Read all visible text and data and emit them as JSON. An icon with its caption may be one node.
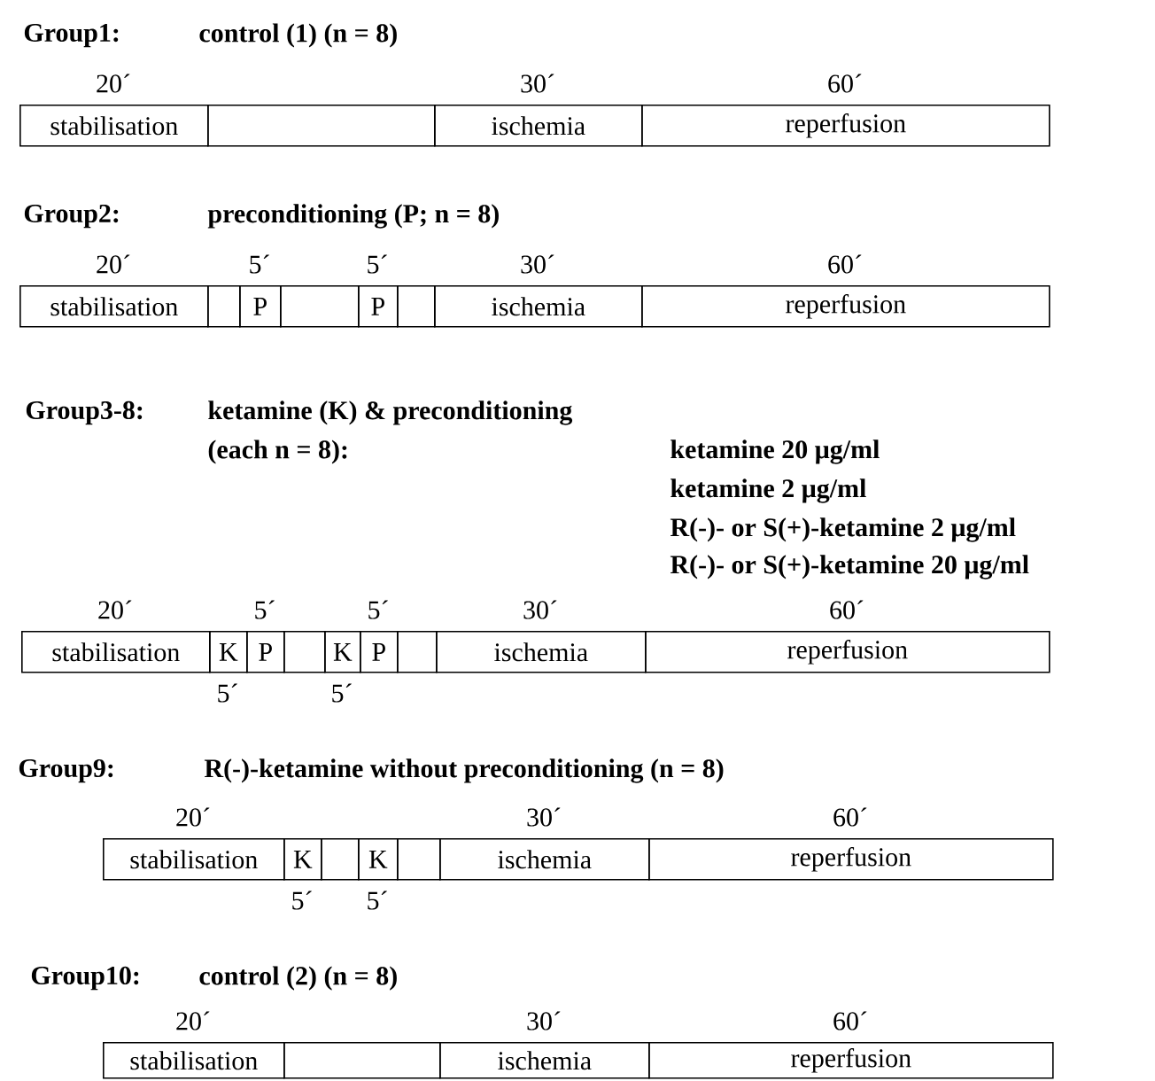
{
  "diagram": {
    "nodes": [
      {
        "text": [
          "stabilisation"
        ],
        "beside": [
          "20´"
        ]
      },
      {
        "text": [],
        "shape": "box"
      },
      {
        "text": [
          "ischemia"
        ],
        "beside": [
          "30´"
        ]
      },
      {
        "text": [
          "reperfusion"
        ],
        "beside": [
          "60´"
        ]
      },
      {
        "text": [
          "stabilisation"
        ],
        "beside": [
          "20´"
        ]
      },
      {
        "text": [],
        "shape": "box"
      },
      {
        "text": [
          "P"
        ],
        "beside": [
          "5´"
        ]
      },
      {
        "text": [],
        "shape": "box"
      },
      {
        "text": [
          "P"
        ],
        "beside": [
          "5´"
        ]
      },
      {
        "text": [],
        "shape": "box"
      },
      {
        "text": [
          "ischemia"
        ],
        "beside": [
          "30´"
        ]
      },
      {
        "text": [
          "reperfusion"
        ],
        "beside": [
          "60´"
        ]
      },
      {
        "text": [
          "stabilisation"
        ],
        "beside": [
          "20´"
        ]
      },
      {
        "text": [
          "K"
        ],
        "beside": [
          "5´"
        ]
      },
      {
        "text": [
          "P"
        ],
        "beside": [
          "5´"
        ]
      },
      {
        "text": [],
        "shape": "box"
      },
      {
        "text": [
          "K"
        ],
        "beside": [
          "5´"
        ]
      },
      {
        "text": [
          "P"
        ],
        "beside": [
          "5´"
        ]
      },
      {
        "text": [],
        "shape": "box"
      },
      {
        "text": [
          "ischemia"
        ],
        "beside": [
          "30´"
        ]
      },
      {
        "text": [
          "reperfusion"
        ],
        "beside": [
          "60´"
        ]
      },
      {
        "text": [
          "stabilisation"
        ],
        "beside": [
          "20´"
        ]
      },
      {
        "text": [
          "K"
        ],
        "beside": [
          "5´"
        ]
      },
      {
        "text": [],
        "shape": "box"
      },
      {
        "text": [
          "K"
        ],
        "beside": [
          "5´"
        ]
      },
      {
        "text": [],
        "shape": "box"
      },
      {
        "text": [
          "ischemia"
        ],
        "beside": [
          "30´"
        ]
      },
      {
        "text": [
          "reperfusion"
        ],
        "beside": [
          "60´"
        ]
      },
      {
        "text": [
          "stabilisation"
        ],
        "beside": [
          "20´"
        ]
      },
      {
        "text": [],
        "shape": "box"
      },
      {
        "text": [
          "ischemia"
        ],
        "beside": [
          "30´"
        ]
      },
      {
        "text": [
          "reperfusion"
        ],
        "beside": [
          "60´"
        ]
      }
    ],
    "labels": [
      "Group1:",
      "control (1) (n = 8)",
      "Group2:",
      "preconditioning (P; n = 8)",
      "Group3-8:",
      "ketamine (K) & preconditioning",
      "(each n = 8):",
      "ketamine 20 μg/ml",
      "ketamine 2 μg/ml",
      "R(-)- or S(+)-ketamine 2 μg/ml",
      "R(-)- or S(+)-ketamine 20 μg/ml",
      "Group9:",
      "R(-)-ketamine without preconditioning (n = 8)",
      "Group10:",
      "control (2) (n = 8)"
    ]
  }
}
